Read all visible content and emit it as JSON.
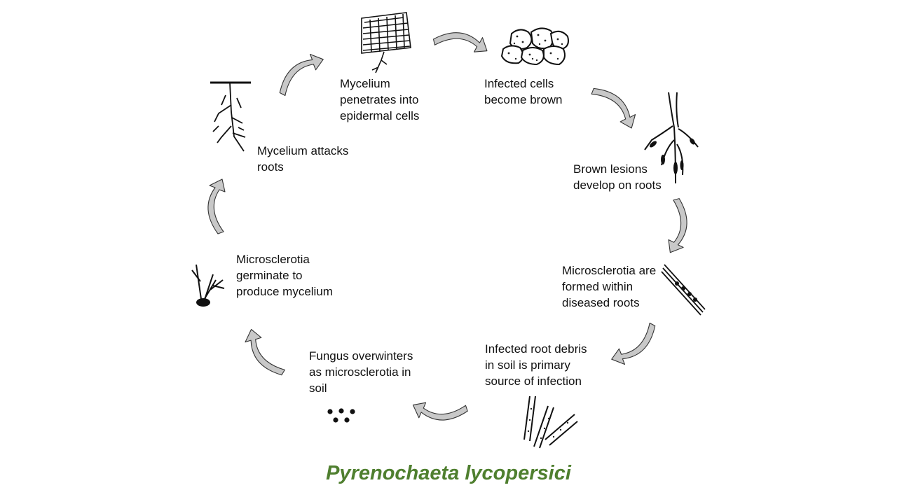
{
  "caption": "Pyrenochaeta lycopersici",
  "colors": {
    "caption": "#4f7f2f",
    "arrow_fill": "#c8c8c8",
    "ink": "#111111"
  },
  "stages": [
    {
      "id": "s1",
      "lines": [
        "Mycelium",
        "penetrates into",
        "epidermal cells"
      ],
      "icon": "epidermal-cells-with-hypha-icon"
    },
    {
      "id": "s2",
      "lines": [
        "Infected cells",
        "become brown"
      ],
      "icon": "brown-infected-cells-icon"
    },
    {
      "id": "s3",
      "lines": [
        "Brown lesions",
        "develop on roots"
      ],
      "icon": "lesioned-root-icon"
    },
    {
      "id": "s4",
      "lines": [
        "Microsclerotia are",
        "formed within",
        "diseased roots"
      ],
      "icon": "root-segment-with-microsclerotia-icon"
    },
    {
      "id": "s5",
      "lines": [
        "Infected root debris",
        "in soil is primary",
        "source of infection"
      ],
      "icon": "root-debris-icon"
    },
    {
      "id": "s6",
      "lines": [
        "Fungus overwinters",
        "as microsclerotia in",
        "soil"
      ],
      "icon": "microsclerotia-dots-icon"
    },
    {
      "id": "s7",
      "lines": [
        "Microsclerotia",
        "germinate to",
        "produce mycelium"
      ],
      "icon": "germinating-microsclerotium-icon"
    },
    {
      "id": "s8",
      "lines": [
        "Mycelium attacks",
        "roots"
      ],
      "icon": "mycelium-on-root-icon"
    }
  ],
  "arrows": [
    "curved-arrow-icon"
  ]
}
